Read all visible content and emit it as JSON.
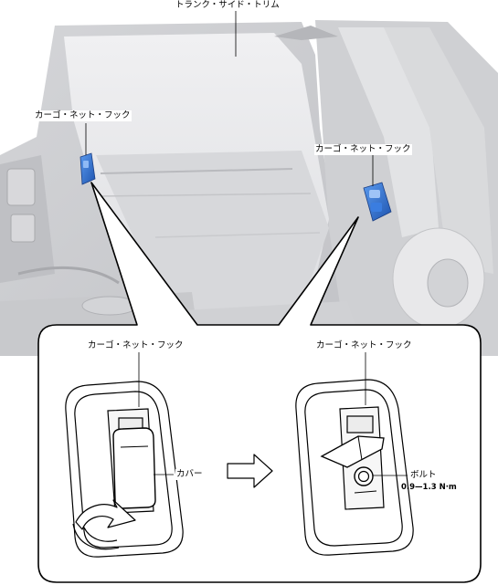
{
  "labels": {
    "trunk_side_trim": "トランク・サイド・トリム",
    "hook_left_top": "カーゴ・ネット・フック",
    "hook_right_top": "カーゴ・ネット・フック",
    "hook_detail_left": "カーゴ・ネット・フック",
    "hook_detail_right": "カーゴ・ネット・フック",
    "cover": "カバー",
    "bolt": "ボルト",
    "torque": "0.9—1.3 N·m"
  },
  "colors": {
    "hook_blue": "#2f6fcf",
    "trim_gray": "#e4e4e6",
    "outline": "#000000"
  }
}
